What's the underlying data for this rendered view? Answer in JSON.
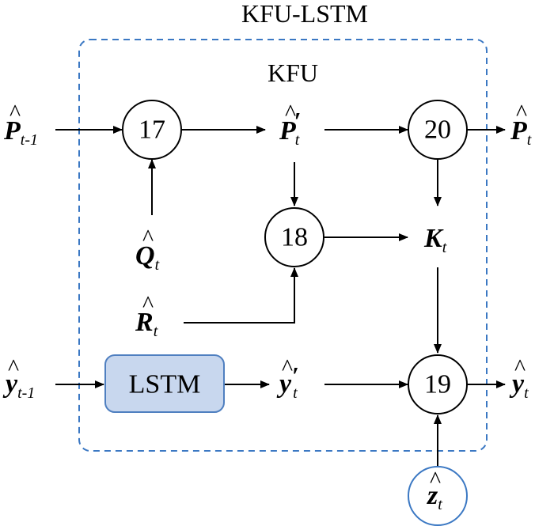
{
  "title": "KFU-LSTM",
  "region_label": "KFU",
  "nodes": {
    "n17": "17",
    "n18": "18",
    "n19": "19",
    "n20": "20",
    "lstm": "LSTM"
  },
  "variables": {
    "p_prev": {
      "base": "P",
      "sub": "t-1",
      "hat": "^",
      "prime": ""
    },
    "p_prior": {
      "base": "P",
      "sub": "t",
      "hat": "^",
      "prime": "′"
    },
    "p_out": {
      "base": "P",
      "sub": "t",
      "hat": "^",
      "prime": ""
    },
    "q": {
      "base": "Q",
      "sub": "t",
      "hat": "^",
      "prime": ""
    },
    "r": {
      "base": "R",
      "sub": "t",
      "hat": "^",
      "prime": ""
    },
    "k": {
      "base": "K",
      "sub": "t",
      "hat": "",
      "prime": ""
    },
    "y_prev": {
      "base": "y",
      "sub": "t-1",
      "hat": "^",
      "prime": ""
    },
    "y_prior": {
      "base": "y",
      "sub": "t",
      "hat": "^",
      "prime": "′"
    },
    "y_out": {
      "base": "y",
      "sub": "t",
      "hat": "^",
      "prime": ""
    },
    "z": {
      "base": "z",
      "sub": "t",
      "hat": "^",
      "prime": ""
    }
  },
  "colors": {
    "dashed_border": "#3b78c3",
    "lstm_fill": "#c8d7ee",
    "lstm_border": "#4f7fc0",
    "measurement_border": "#3b78c3",
    "lines": "#000000"
  }
}
